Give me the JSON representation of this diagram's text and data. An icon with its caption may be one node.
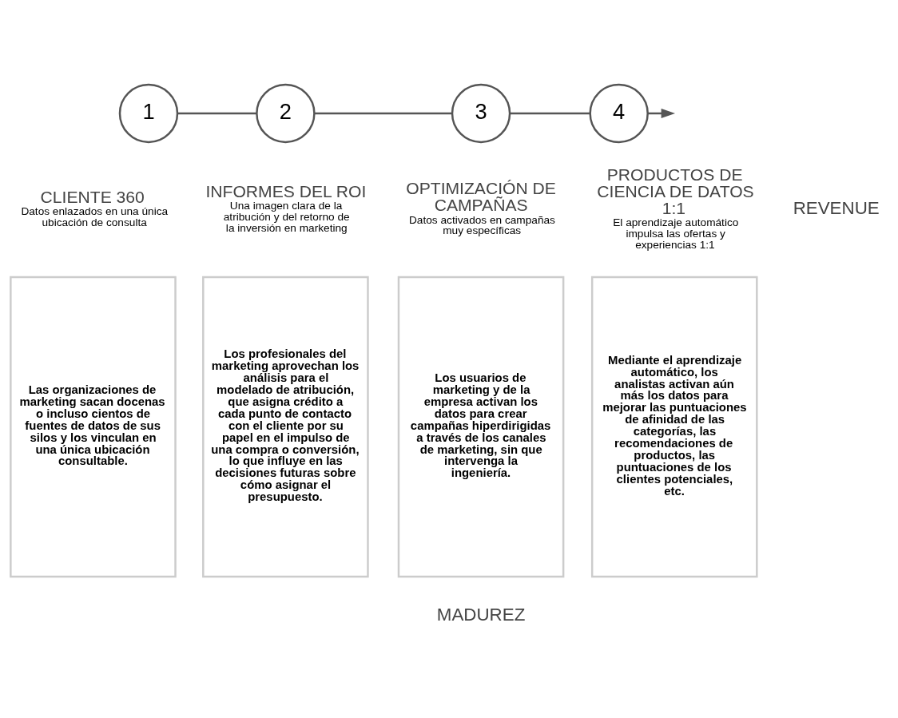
{
  "diagram": {
    "nodes": [
      {
        "text": [
          "1"
        ]
      },
      {
        "text": [
          "2"
        ]
      },
      {
        "text": [
          "3"
        ]
      },
      {
        "text": [
          "4"
        ]
      },
      {
        "text": [
          "Las organizaciones de marketing sacan docenas o incluso cientos de fuentes de datos de sus silos y los vinculan en una única ubicación consultable."
        ],
        "beside": [
          "CLIENTE 360",
          "Datos enlazados en una única ubicación de consulta"
        ]
      },
      {
        "text": [
          "Los profesionales del marketing aprovechan los análisis para el modelado de atribución, que asigna crédito a cada punto de contacto con el cliente por su papel en el impulso de una compra o conversión, lo que influye en las decisiones futuras sobre cómo asignar el presupuesto."
        ],
        "beside": [
          "INFORMES DEL ROI",
          "Una imagen clara de la atribución y del retorno de la inversión en marketing"
        ]
      },
      {
        "text": [
          "Los usuarios de marketing y de la empresa activan los datos para crear campañas hiperdirigidas a través de los canales de marketing, sin que intervenga la ingeniería."
        ],
        "beside": [
          "OPTIMIZACIÓN DE CAMPAÑAS",
          "Datos activados en campañas muy específicas"
        ]
      },
      {
        "text": [
          "Mediante el aprendizaje automático, los analistas activan aún más los datos para mejorar las puntuaciones de afinidad de las categorías, las recomendaciones de productos, las puntuaciones de los clientes potenciales, etc."
        ],
        "beside": [
          "PRODUCTOS DE CIENCIA DE DATOS 1:1",
          "El aprendizaje automático impulsa las ofertas y experiencias 1:1"
        ]
      }
    ],
    "edges": [
      {
        "from": 0,
        "to": 1,
        "arrow": "none"
      },
      {
        "from": 1,
        "to": 2,
        "arrow": "none"
      },
      {
        "from": 2,
        "to": 3,
        "arrow": "none"
      },
      {
        "from": 3,
        "to": null,
        "arrow": "to"
      }
    ],
    "labels": [
      "REVENUE",
      "MADUREZ"
    ]
  }
}
